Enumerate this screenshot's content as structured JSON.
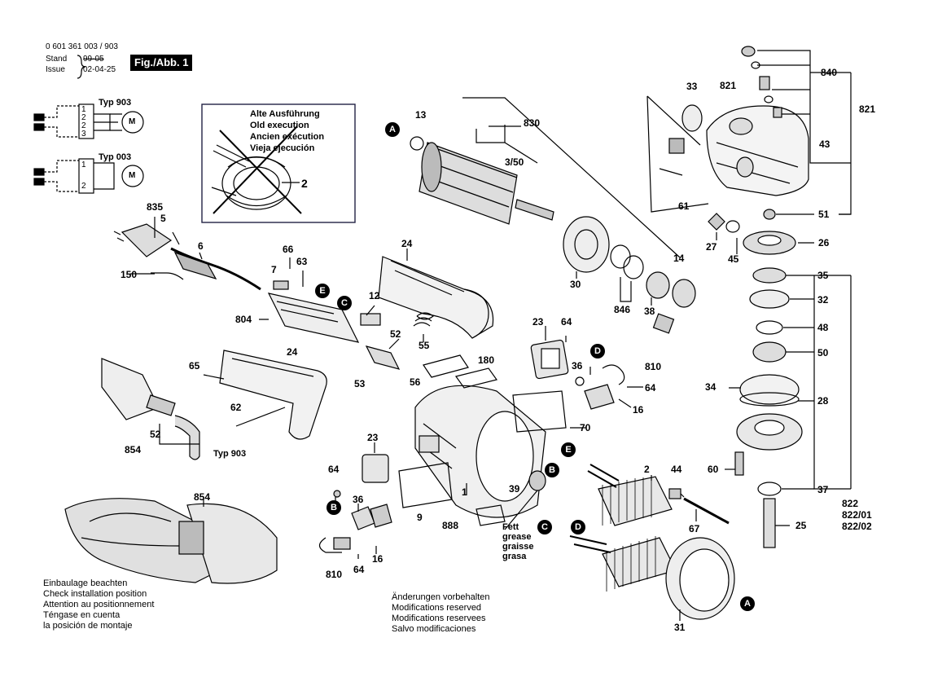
{
  "header": {
    "part_number": "0 601 361 003 / 903",
    "stand_label": "Stand",
    "stand_value": "99-05",
    "issue_label": "Issue",
    "issue_value": "02-04-25",
    "fig_label": "Fig./Abb. 1"
  },
  "wiring": {
    "typ903_label": "Typ 903",
    "typ003_label": "Typ 003",
    "motor_symbol": "M",
    "terminals_903": [
      "1",
      "2",
      "2",
      "3"
    ],
    "terminals_003": [
      "1",
      "2"
    ]
  },
  "old_version_box": {
    "lines": "Alte Ausführung\nOld execution\nAncien exécution\nVieja ejecución",
    "part": "2"
  },
  "callouts": {
    "A": "A",
    "B": "B",
    "C": "C",
    "D": "D",
    "E": "E"
  },
  "parts": {
    "p13": "13",
    "p830": "830",
    "p350": "3/50",
    "p33": "33",
    "p821a": "821",
    "p840": "840",
    "p821b": "821",
    "p43": "43",
    "p61": "61",
    "p51": "51",
    "p27": "27",
    "p26": "26",
    "p45": "45",
    "p30": "30",
    "p14": "14",
    "p846": "846",
    "p38": "38",
    "p35": "35",
    "p32": "32",
    "p48": "48",
    "p50": "50",
    "p34": "34",
    "p28": "28",
    "p835": "835",
    "p5": "5",
    "p6": "6",
    "p66": "66",
    "p7": "7",
    "p63": "63",
    "p150": "150",
    "p24a": "24",
    "p804": "804",
    "p12": "12",
    "p52a": "52",
    "p55": "55",
    "p53": "53",
    "p23a": "23",
    "p64a": "64",
    "p180": "180",
    "p56": "56",
    "p36a": "36",
    "p810a": "810",
    "p64b": "64",
    "p16a": "16",
    "p70": "70",
    "p65": "65",
    "p24b": "24",
    "p62": "62",
    "p52b": "52",
    "p854a": "854",
    "p23b": "23",
    "p64c": "64",
    "p36b": "36",
    "p1": "1",
    "p9": "9",
    "p39": "39",
    "p888": "888",
    "p2": "2",
    "p44": "44",
    "p60": "60",
    "p37": "37",
    "p822": "822",
    "p822_01": "822/01",
    "p822_02": "822/02",
    "p25": "25",
    "p67": "67",
    "p810b": "810",
    "p64d": "64",
    "p16b": "16",
    "p854b": "854",
    "p31": "31",
    "typ903_handle": "Typ 903"
  },
  "grease_note": "Fett\ngrease\ngraisse\ngrasa",
  "install_note": "Einbaulage beachten\nCheck installation position\nAttention au positionnement\nTéngase en cuenta\nla posición de montaje",
  "modifications_note": "Änderungen vorbehalten\nModifications reserved\nModifications reservees\nSalvo modificaciones"
}
